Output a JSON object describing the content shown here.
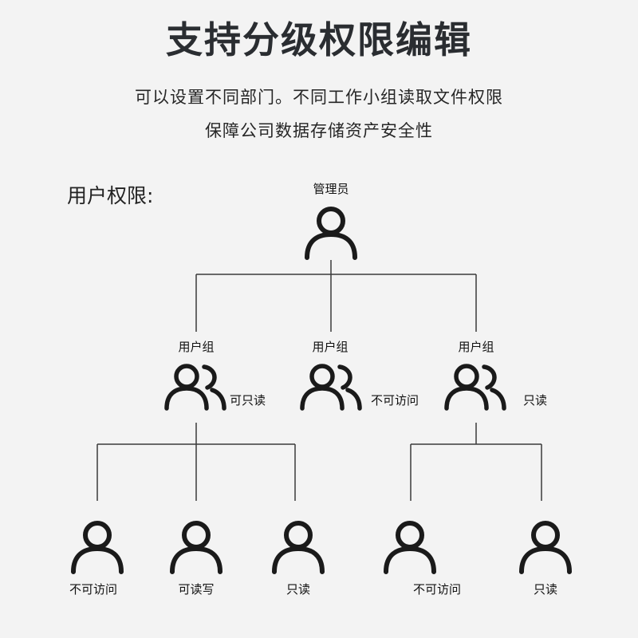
{
  "header": {
    "title": "支持分级权限编辑",
    "subtitle_line1": "可以设置不同部门。不同工作小组读取文件权限",
    "subtitle_line2": "保障公司数据存储资产安全性"
  },
  "section_label": "用户权限:",
  "tree": {
    "admin": {
      "label": "管理员",
      "icon": "user-icon"
    },
    "groups": [
      {
        "label": "用户组",
        "permission": "可只读",
        "icon": "user-group-icon"
      },
      {
        "label": "用户组",
        "permission": "不可访问",
        "icon": "user-group-icon"
      },
      {
        "label": "用户组",
        "permission": "只读",
        "icon": "user-group-icon"
      }
    ],
    "users": [
      {
        "permission": "不可访问",
        "icon": "user-icon"
      },
      {
        "permission": "可读写",
        "icon": "user-icon"
      },
      {
        "permission": "只读",
        "icon": "user-icon"
      },
      {
        "permission": "不可访问",
        "icon": "user-icon"
      },
      {
        "permission": "只读",
        "icon": "user-icon"
      }
    ]
  },
  "colors": {
    "line": "#3a3a3a",
    "icon": "#1a1a1a",
    "background": "#f3f3f3"
  }
}
